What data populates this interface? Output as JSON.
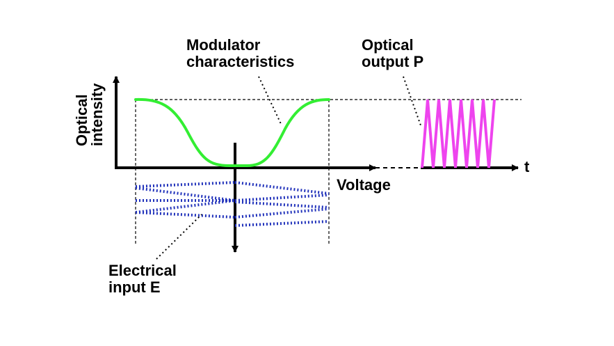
{
  "labels": {
    "y_axis_line1": "Optical",
    "y_axis_line2": "intensity",
    "x_axis": "Voltage",
    "time_axis": "t",
    "modulator_line1": "Modulator",
    "modulator_line2": "characteristics",
    "output_line1": "Optical",
    "output_line2": "output P",
    "input_line1": "Electrical",
    "input_line2": "input E"
  },
  "colors": {
    "modulator_curve": "#33ee33",
    "electrical_input": "#2233bb",
    "optical_output": "#ee44ee",
    "axes": "#000000"
  }
}
